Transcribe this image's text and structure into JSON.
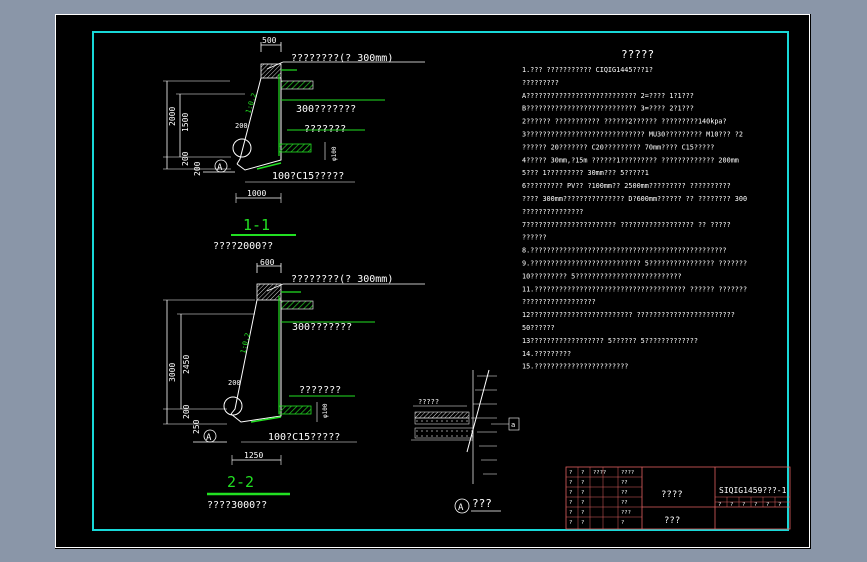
{
  "colors": {
    "background": "#000000",
    "app_bg": "#8a96a8",
    "frame": "#18d8d8",
    "linework": "#ffffff",
    "dim": "#ffffff",
    "rebar": "#22e022",
    "hatch": "#22c022",
    "title_block": "#e06060"
  },
  "section1": {
    "top_width": "500",
    "layer_note": "????????(?  300mm)",
    "fill_note": "300???????",
    "drain_note": "???????",
    "base_note": "100?C15?????",
    "dim_total": "2000",
    "dim_wall": "1500",
    "dim_base1": "200",
    "dim_base2": "200",
    "dim_bottom": "1000",
    "dim_side": "200",
    "dim_pipe": "φ100",
    "slope": "1:0.2",
    "marker": "A",
    "label": "1-1",
    "caption": "????2000??"
  },
  "section2": {
    "top_width": "600",
    "layer_note": "????????(?  300mm)",
    "fill_note": "300???????",
    "drain_note": "???????",
    "base_note": "100?C15?????",
    "dim_total": "3000",
    "dim_wall": "2450",
    "dim_base1": "200",
    "dim_base2": "250",
    "dim_bottom": "1250",
    "dim_side": "200",
    "dim_pipe": "φ100",
    "slope": "1:0.2",
    "marker": "A",
    "label": "2-2",
    "caption": "????3000??"
  },
  "detail": {
    "note": "?????",
    "marker": "A",
    "title": "???",
    "ref": "a"
  },
  "notes": {
    "title": "?????",
    "lines": [
      "1.??? ???????????    CIQIG1445???1?",
      "  ?????????",
      "   A???????????????????????????      2=????  1?1???",
      "   B???????????????????????????      3=????  2?1???",
      "2??????  ???????????   ??????2??????  ?????????140kpa?",
      "3?????????????????????????????       MU30?????????    M10???  ?2",
      "  ??????  20???????  C20?????????  70mm????  C15?????",
      "4?????  30mm,?15m ??????1?????????       ?????????????       200mm",
      "5??? 1?????????    30mm???  5?????1",
      "6?????????     PV?? ?100mm?? 2500mm?????????     ??????????",
      "  ????  300mm???????????????       D?600mm??????  ??  ????????  300",
      "  ???????????????",
      "7??????????????????????         ??????????????????       ?? ?????",
      "  ??????",
      "8.????????????????????????????????????????????????",
      "9.???????????????????????????        5????????????????       ???????",
      "10?????????    5??????????????????????????",
      "11.?????????????????????????????????????        ??????  ???????",
      "   ??????????????????",
      "12?????????????????????????       ????????????????????????",
      "   50??????",
      "13??????????????????       5??????    5?????????????",
      "14.?????????",
      "15.???????????????????????"
    ]
  },
  "title_block": {
    "drawing_name": "????",
    "drawing_no": "SIQIG1459???-1",
    "subtitle": "???",
    "rows": [
      [
        "?",
        "?",
        "????",
        "????"
      ],
      [
        "?",
        "?",
        "",
        "??"
      ],
      [
        "?",
        "?",
        "",
        "??"
      ],
      [
        "?",
        "?",
        "",
        "??"
      ],
      [
        "?",
        "?",
        "",
        "???"
      ],
      [
        "?",
        "?",
        "",
        "?"
      ]
    ],
    "right_cells": [
      "?",
      "?",
      "?",
      "?",
      "?",
      "?"
    ]
  }
}
